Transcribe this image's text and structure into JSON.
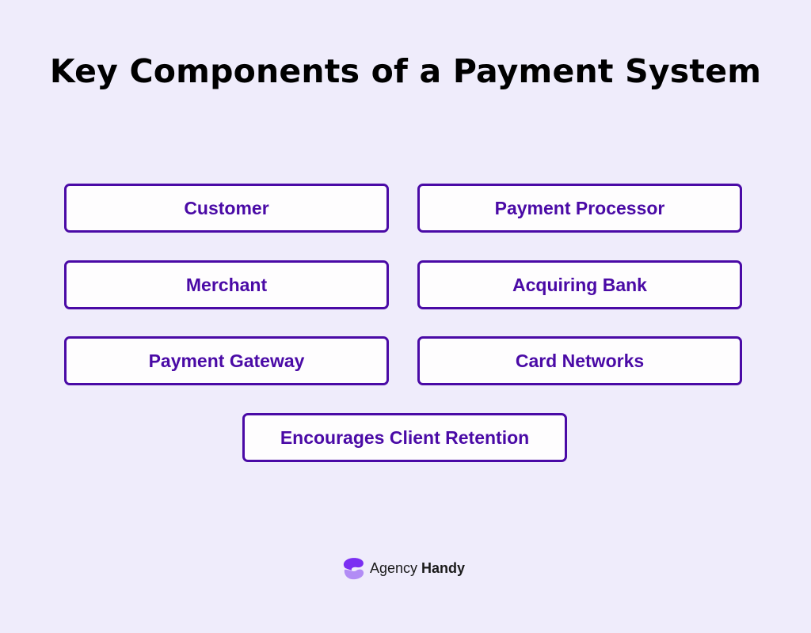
{
  "title": "Key Components of a Payment System",
  "components": [
    {
      "label": "Customer"
    },
    {
      "label": "Payment Processor"
    },
    {
      "label": "Merchant"
    },
    {
      "label": "Acquiring Bank"
    },
    {
      "label": "Payment Gateway"
    },
    {
      "label": "Card Networks"
    },
    {
      "label": "Encourages Client Retention"
    }
  ],
  "branding": {
    "name_regular": "Agency",
    "name_bold": "Handy",
    "icon": "agency-handy-logo-icon"
  },
  "colors": {
    "background": "#efecfb",
    "accent": "#4a0aa6",
    "box_fill": "#fefdfe",
    "title": "#000000"
  }
}
